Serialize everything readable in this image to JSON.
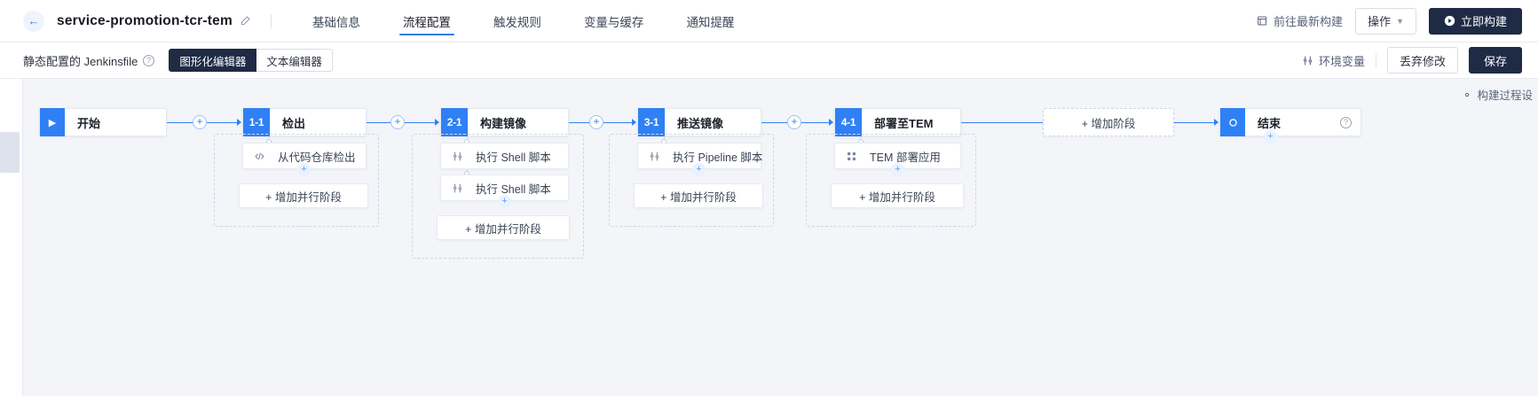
{
  "header": {
    "back_icon": "arrow-left-icon",
    "title": "service-promotion-tcr-tem",
    "edit_icon": "edit-pencil-icon",
    "tabs": [
      {
        "label": "基础信息",
        "active": false
      },
      {
        "label": "流程配置",
        "active": true
      },
      {
        "label": "触发规则",
        "active": false
      },
      {
        "label": "变量与缓存",
        "active": false
      },
      {
        "label": "通知提醒",
        "active": false
      }
    ],
    "latest_build_link": "前往最新构建",
    "latest_build_icon": "external-window-icon",
    "action_button": "操作",
    "build_now_button": "立即构建",
    "build_now_icon": "play-circle-icon"
  },
  "subbar": {
    "label": "静态配置的 Jenkinsfile",
    "help_icon": "question-mark-icon",
    "editor_modes": [
      {
        "label": "图形化编辑器",
        "active": true
      },
      {
        "label": "文本编辑器",
        "active": false
      }
    ],
    "env_var_link": "环境变量",
    "env_var_icon": "sliders-icon",
    "discard_button": "丢弃修改",
    "save_button": "保存"
  },
  "canvas": {
    "settings_link": "构建过程设",
    "settings_icon": "gear-icon",
    "start_node": {
      "label": "开始",
      "icon": "play-icon"
    },
    "end_node": {
      "label": "结束",
      "icon": "circle-icon",
      "help_icon": "question-mark-icon"
    },
    "add_stage_label": "+ 增加阶段",
    "add_parallel_label": "+ 增加并行阶段",
    "stages": [
      {
        "number": "1-1",
        "name": "检出",
        "steps": [
          {
            "label": "从代码仓库检出",
            "icon": "code-icon"
          }
        ]
      },
      {
        "number": "2-1",
        "name": "构建镜像",
        "steps": [
          {
            "label": "执行 Shell 脚本",
            "icon": "sliders-icon"
          },
          {
            "label": "执行 Shell 脚本",
            "icon": "sliders-icon"
          }
        ]
      },
      {
        "number": "3-1",
        "name": "推送镜像",
        "steps": [
          {
            "label": "执行 Pipeline 脚本",
            "icon": "sliders-icon"
          }
        ]
      },
      {
        "number": "4-1",
        "name": "部署至TEM",
        "steps": [
          {
            "label": "TEM 部署应用",
            "icon": "grid-icon"
          }
        ]
      }
    ]
  },
  "colors": {
    "accent": "#2f80f5",
    "dark_button": "#1f2a44",
    "canvas_bg": "#f3f5f9"
  }
}
